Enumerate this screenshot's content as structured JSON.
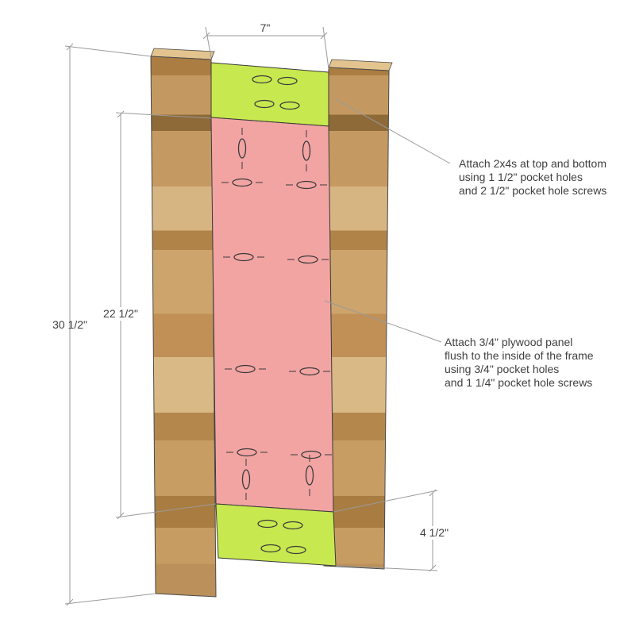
{
  "dims": {
    "top_width": "7\"",
    "overall_height": "30 1/2\"",
    "panel_height": "22 1/2\"",
    "bottom_rail_height": "4 1/2\""
  },
  "annotations": [
    {
      "lines": [
        "Attach 2x4s at top and bottom",
        "using 1 1/2\" pocket holes",
        "and 2 1/2\" pocket hole screws"
      ]
    },
    {
      "lines": [
        "Attach 3/4\" plywood panel",
        "flush to the inside of the frame",
        "using 3/4\" pocket holes",
        "and 1 1/4\" pocket hole screws"
      ]
    }
  ],
  "colors": {
    "rail_green": "#c8e84f",
    "panel_pink": "#f2a4a3",
    "wood_light": "#d7b582",
    "wood_dark": "#a97c41",
    "board_top_face": "#e3c48f",
    "outline": "#3a3a3a",
    "dimension_line": "#9a9a9a",
    "text": "#3f3f3f"
  }
}
